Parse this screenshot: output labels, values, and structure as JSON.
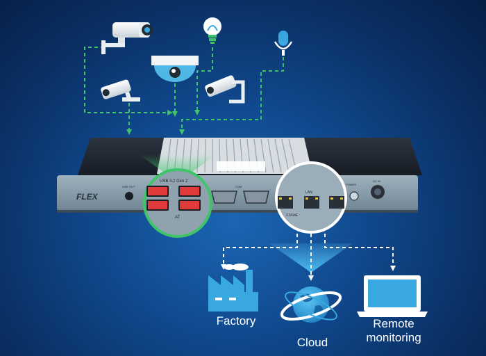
{
  "device": {
    "brand": "FLEX",
    "usb_label": "USB 3.2 Gen 2",
    "line_out_label": "LINE OUT",
    "com_label": "COM",
    "lan_label": "LAN",
    "lan_note": "2.5GbE",
    "power_label": "POWER",
    "dc_in_label": "DC IN",
    "at_label": "AT"
  },
  "destinations": {
    "factory": "Factory",
    "cloud": "Cloud",
    "remote": "Remote\nmonitoring"
  },
  "icons": [
    "bullet-camera-icon",
    "dome-camera-icon",
    "light-bulb-icon",
    "microphone-icon",
    "bullet-camera-small-icon",
    "wall-camera-icon",
    "factory-icon",
    "cloud-globe-icon",
    "laptop-icon"
  ],
  "colors": {
    "background": "#0d3f80",
    "sensor_link": "#3fc46a",
    "network_link": "#ffffff",
    "icon_fill": "#3aa8e0",
    "usb_port": "#e03a3a"
  }
}
